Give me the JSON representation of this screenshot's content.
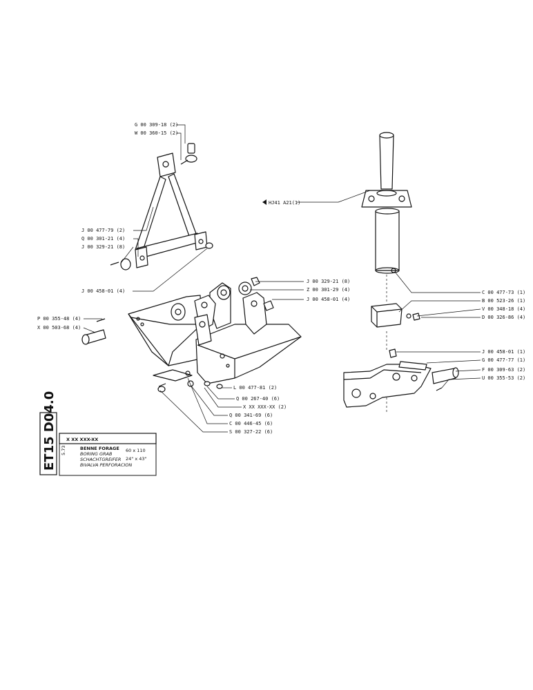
{
  "labels": {
    "g_00_309_18": "G 00 309-18 (2)",
    "w_00_360_15": "W 00 360-15 (2)",
    "j_00_477_79": "J 00 477-79 (2)",
    "q_00_301_21": "Q 00 301-21 (4)",
    "j_00_329_21_left": "J 00 329-21 (8)",
    "j_00_458_01_left": "J 00 458-01 (4)",
    "p_00_355_48": "P 00 355-48 (4)",
    "x_00_503_68": "X 00 503-68 (4)",
    "j_00_329_21_mid": "J 00 329-21 (8)",
    "z_00_301_29": "Z 00 301-29 (4)",
    "j_00_458_01_mid": "J 00 458-01 (4)",
    "l_00_477_81": "L 00 477-81 (2)",
    "q_00_267_40": "Q 00 267-40 (6)",
    "x_xx_xxx": "X XX XXX-XX (2)",
    "q_00_341_69": "Q 00 341-69 (6)",
    "c_00_446_45": "C 00 446-45 (6)",
    "s_00_327_22": "S 00 327-22 (6)",
    "hj41": "HJ41 A21(1)",
    "c_00_477_73": "C 00 477-73 (1)",
    "b_00_523_26": "B 00 523-26 (1)",
    "v_00_348_18": "V 00 348-18 (4)",
    "d_00_326_86": "D 00 326-86 (4)",
    "j_00_458_01_right": "J 00 458-01 (1)",
    "g_00_477_77": "G 00 477-77 (1)",
    "f_00_309_63": "F 00 309-63 (2)",
    "u_00_355_53": "U 00 355-53 (2)"
  },
  "title_block": {
    "code": "ET15 D04.0",
    "date": "5.73",
    "ref": "X XX XXX-XX",
    "name_fr": "BENNE FORAGE",
    "name_en": "BORING GRAB",
    "name_de": "SCHACHTGREIFER",
    "name_es": "BIVALVA PERFORACION",
    "size_metric": "60 x 110",
    "size_imperial": "24\" x 43\""
  }
}
